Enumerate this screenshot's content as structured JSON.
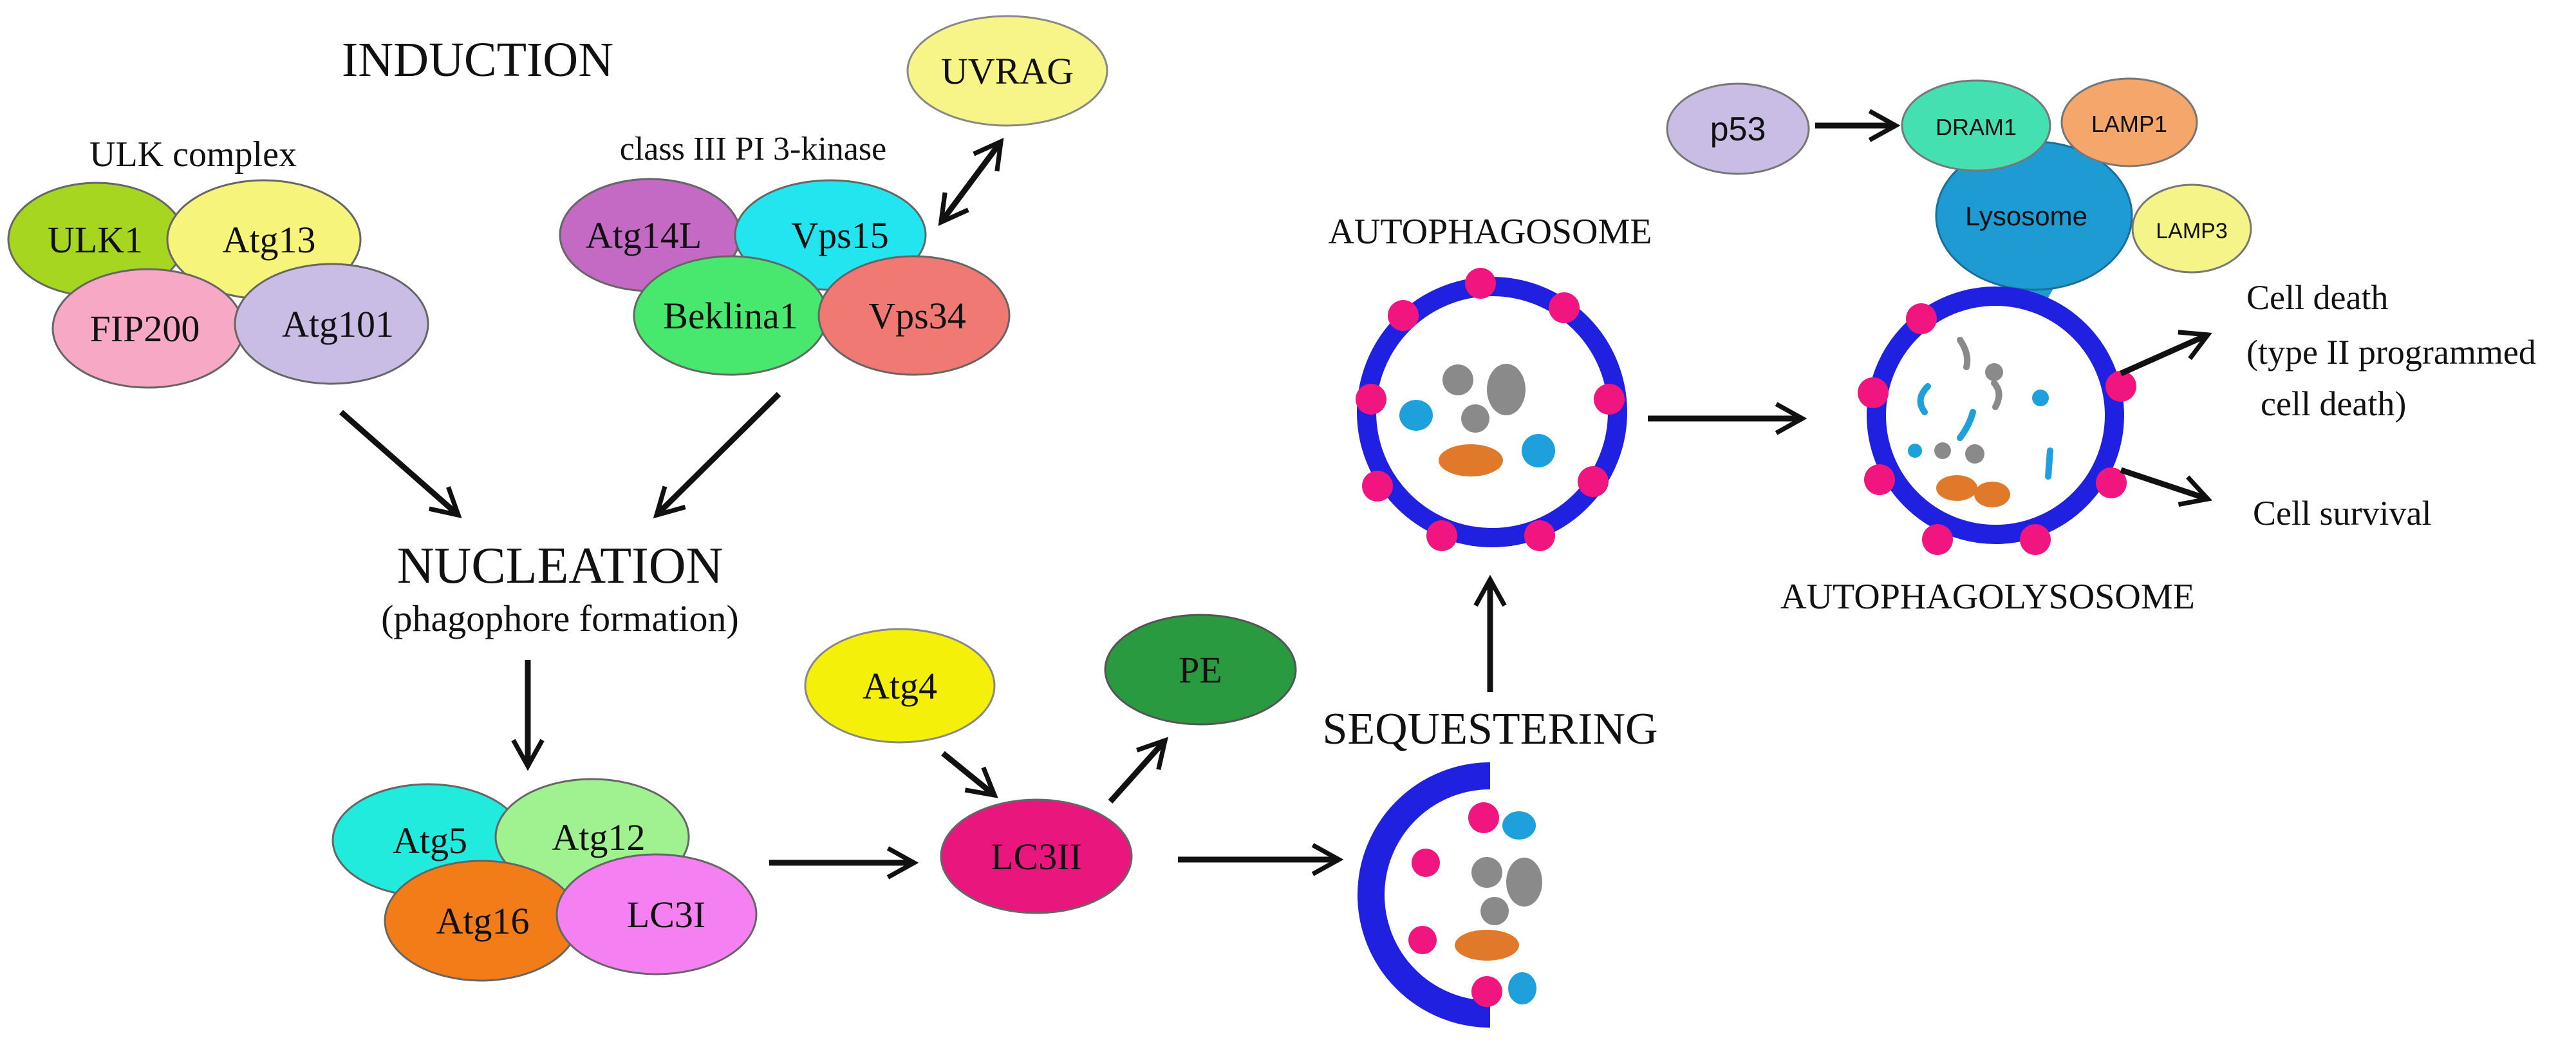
{
  "colors": {
    "ulk1": "#a6d61f",
    "atg13": "#f7f47c",
    "fip200": "#f7a8c4",
    "atg101": "#c9bde6",
    "atg14l": "#c46ac4",
    "vps15": "#23e5f0",
    "beklina1": "#47e86d",
    "vps34": "#f07a73",
    "uvrag": "#f7f588",
    "atg5": "#20ebdd",
    "atg12": "#9ff28f",
    "atg16": "#f27d18",
    "lc3i": "#f580f2",
    "atg4": "#f4f00a",
    "pe": "#2a9a40",
    "lc3ii": "#e8167d",
    "p53": "#c9bde6",
    "dram1": "#45e0b2",
    "lamp1": "#f4a66b",
    "lamp3": "#f5f488",
    "lysosome": "#1f9bd3",
    "membrane": "#2020e0",
    "dots": "#f0157f",
    "cargo_gray": "#8a8a8a",
    "cargo_blue": "#1da0dc",
    "mito": "#e07a2a"
  },
  "labels": {
    "induction": "INDUCTION",
    "ulk_complex": "ULK complex",
    "class3_pi3k": "class III PI 3-kinase",
    "nucleation": "NUCLEATION",
    "phagophore": "(phagophore formation)",
    "autophagosome": "AUTOPHAGOSOME",
    "sequestering": "SEQUESTERING",
    "autophagolysosome": "AUTOPHAGOLYSOSOME",
    "cell_death_1": "Cell death",
    "cell_death_2": "(type II programmed",
    "cell_death_3": "cell death)",
    "cell_survival": "Cell survival"
  },
  "nodes": {
    "ulk1": "ULK1",
    "atg13": "Atg13",
    "fip200": "FIP200",
    "atg101": "Atg101",
    "atg14l": "Atg14L",
    "vps15": "Vps15",
    "beklina1": "Beklina1",
    "vps34": "Vps34",
    "uvrag": "UVRAG",
    "atg5": "Atg5",
    "atg12": "Atg12",
    "atg16": "Atg16",
    "lc3i": "LC3I",
    "atg4": "Atg4",
    "pe": "PE",
    "lc3ii": "LC3II",
    "p53": "p53",
    "dram1": "DRAM1",
    "lamp1": "LAMP1",
    "lamp3": "LAMP3",
    "lysosome": "Lysosome"
  }
}
